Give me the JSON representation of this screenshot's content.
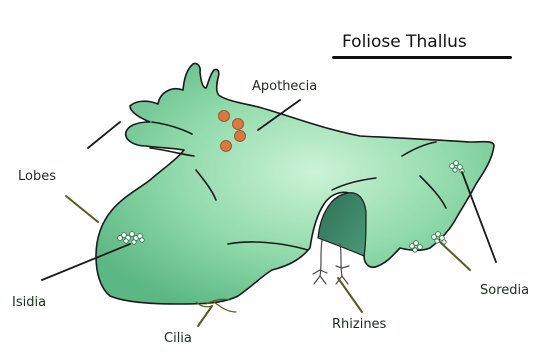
{
  "title": "Foliose Thallus",
  "labels": {
    "apothecia": "Apothecia",
    "lobes": "Lobes",
    "isidia": "Isidia",
    "cilia": "Cilia",
    "rhizines": "Rhizines",
    "soredia": "Soredia"
  },
  "colors": {
    "thallus_light": "#b7ecc5",
    "thallus_mid": "#7ccf9a",
    "thallus_dark": "#3f9a6c",
    "shadow": "#2f6f55",
    "apothecia": "#d8793f",
    "outline": "#1a1a1a",
    "leader_line": "#5a5a1e"
  }
}
